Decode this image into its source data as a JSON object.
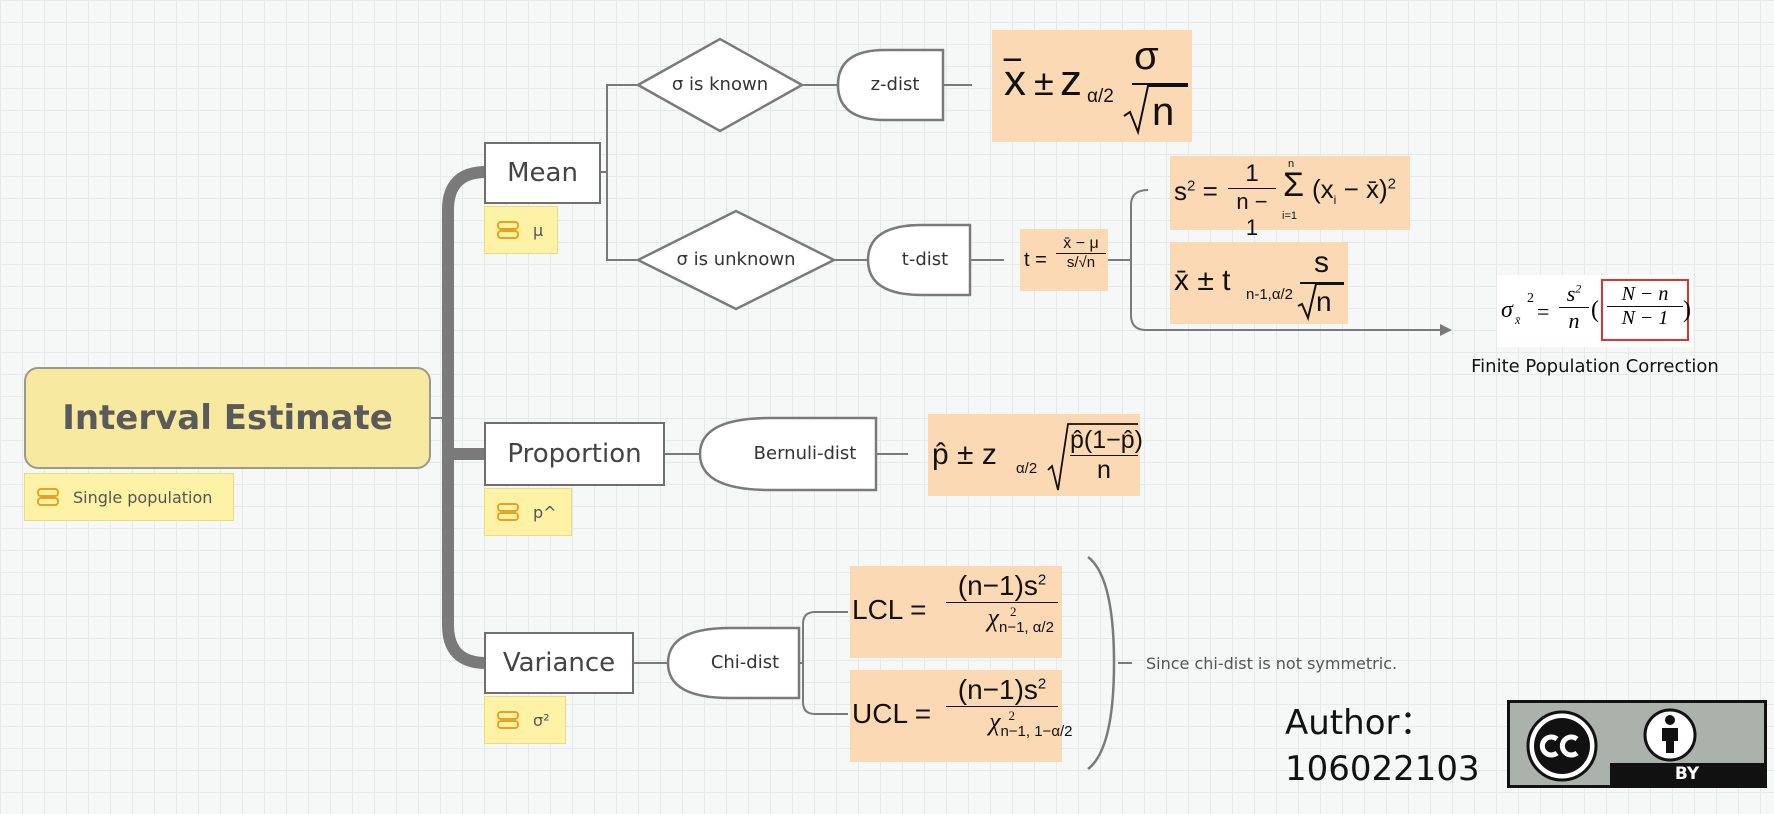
{
  "root": {
    "title": "Interval Estimate",
    "tag": "Single population"
  },
  "mean": {
    "label": "Mean",
    "tag": "μ"
  },
  "proportion": {
    "label": "Proportion",
    "tag": "p^"
  },
  "variance": {
    "label": "Variance",
    "tag": "σ²"
  },
  "conditions": {
    "known": "σ is known",
    "unknown": "σ is unknown"
  },
  "distributions": {
    "z": "z-dist",
    "t": "t-dist",
    "bernoulli": "Bernuli-dist",
    "chi": "Chi-dist"
  },
  "formulas": {
    "z_interval": "x̄ ± zα/2 σ/√n",
    "t_statistic": "t = (x̄ − μ) / (s/√n)",
    "sample_variance": "s² = 1/(n−1) Σ(xᵢ − x̄)²",
    "t_interval": "x̄ ± tn-1,α/2 s/√n",
    "fpc": "σx̄² = s²/n ((N−n)/(N−1))",
    "p_interval": "p̂ ± zα/2 √(p̂(1−p̂)/n)",
    "lcl": "LCL = (n−1)s² / χ²n−1, α/2",
    "ucl": "UCL = (n−1)s² / χ²n−1, 1−α/2"
  },
  "fpc_label": "Finite Population Correction",
  "chi_note": "Since chi-dist is not symmetric.",
  "author": {
    "label": "Author：",
    "id": "106022103"
  },
  "license": {
    "badge": "BY"
  },
  "colors": {
    "root_fill": "#f8e9a0",
    "tag_fill": "#fdf2a6",
    "formula_fill": "#fad9b4",
    "line": "#7a7a7a",
    "highlight": "#e0312b"
  }
}
